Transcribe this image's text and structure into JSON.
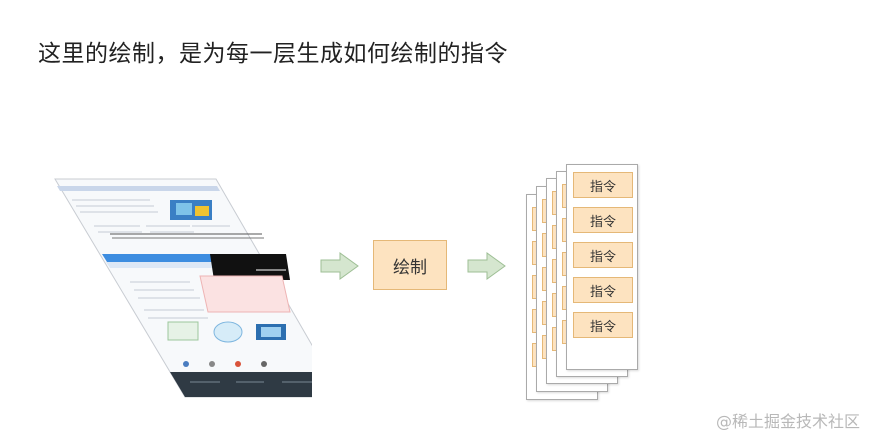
{
  "heading": "这里的绘制，是为每一层生成如何绘制的指令",
  "process_label": "绘制",
  "instructions": [
    "指令",
    "指令",
    "指令",
    "指令",
    "指令"
  ],
  "watermark": "@稀土掘金技术社区",
  "colors": {
    "instruction_fill": "#fde3c0",
    "instruction_border": "#e5b877",
    "arrow_fill": "#d5e6cf",
    "arrow_border": "#9ebf95"
  }
}
